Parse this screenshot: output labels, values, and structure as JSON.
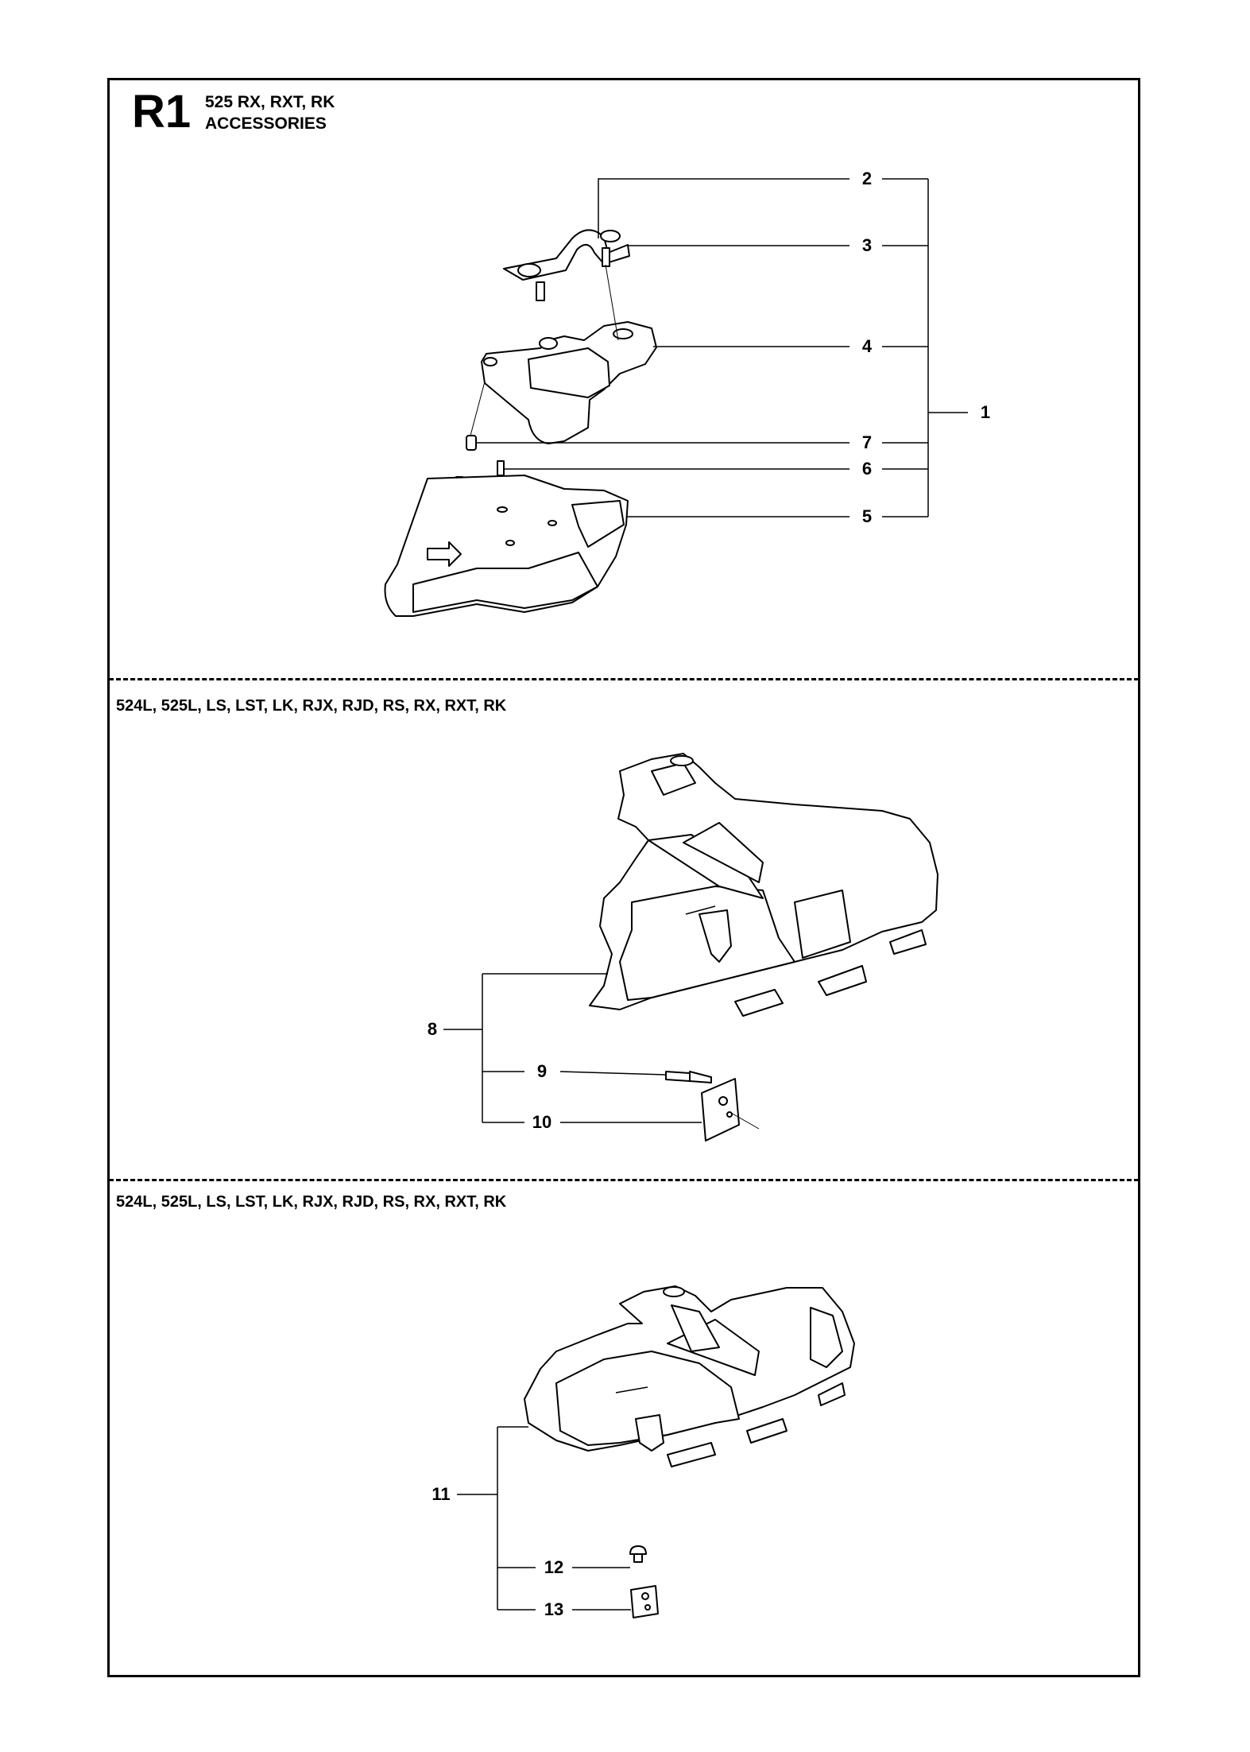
{
  "header": {
    "code": "R1",
    "model": "525 RX, RXT, RK",
    "title": "ACCESSORIES"
  },
  "sections": [
    {
      "models": "",
      "callouts": [
        "1",
        "2",
        "3",
        "4",
        "5",
        "6",
        "7"
      ]
    },
    {
      "models": "524L, 525L, LS, LST, LK, RJX, RJD, RS, RX, RXT, RK",
      "callouts": [
        "8",
        "9",
        "10"
      ]
    },
    {
      "models": "524L, 525L, LS, LST, LK, RJX, RJD, RS, RX, RXT, RK",
      "callouts": [
        "11",
        "12",
        "13"
      ]
    }
  ]
}
